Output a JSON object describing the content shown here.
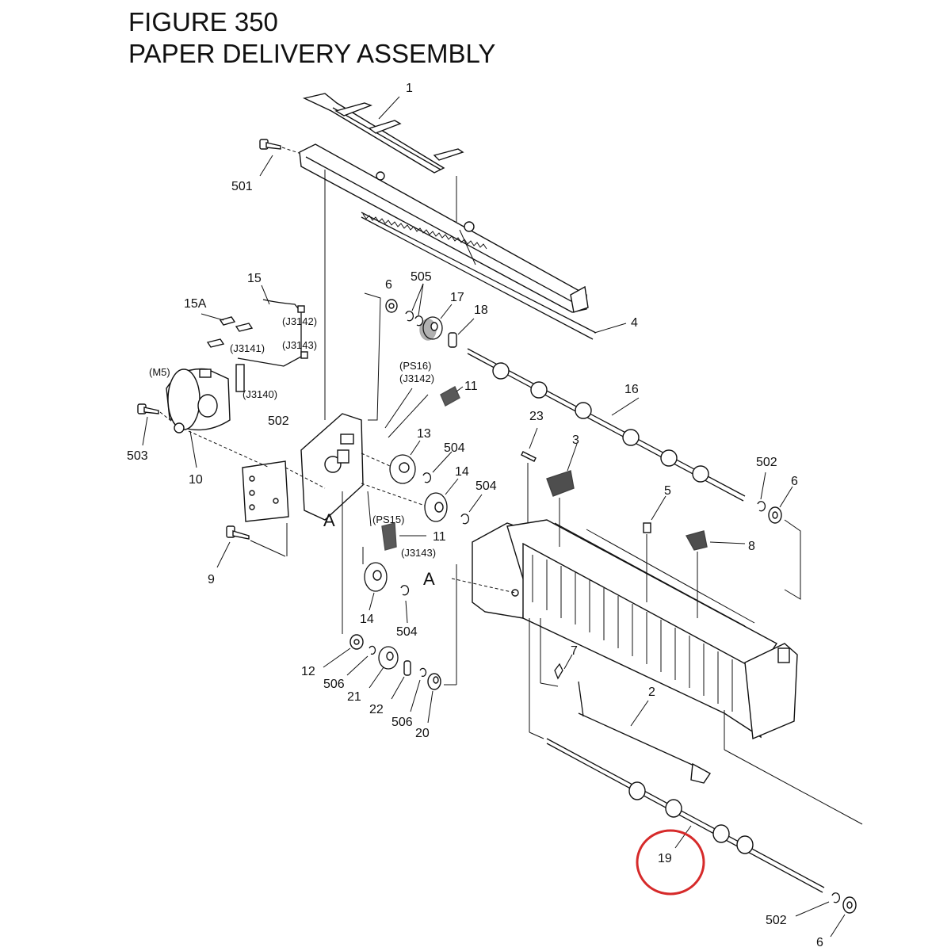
{
  "figure": {
    "title_line1": "FIGURE 350",
    "title_line2": "PAPER DELIVERY ASSEMBLY"
  },
  "callouts": {
    "c1": "1",
    "c501": "501",
    "c4": "4",
    "c6a": "6",
    "c505": "505",
    "c17": "17",
    "c18": "18",
    "c15": "15",
    "c15A": "15A",
    "cJ3142a": "(J3142)",
    "cJ3141": "(J3141)",
    "cJ3143a": "(J3143)",
    "cM5": "(M5)",
    "cJ3140": "(J3140)",
    "cPS16": "(PS16)",
    "cJ3142b": "(J3142)",
    "c11a": "11",
    "c16": "16",
    "c503": "503",
    "c10": "10",
    "c502a": "502",
    "c13": "13",
    "c504a": "504",
    "c14a": "14",
    "c504b": "504",
    "c23": "23",
    "c3": "3",
    "c5": "5",
    "c502b": "502",
    "c6b": "6",
    "c8": "8",
    "cAleft": "A",
    "cPS15": "(PS15)",
    "c11b": "11",
    "cJ3143b": "(J3143)",
    "c9": "9",
    "cAright": "A",
    "c14b": "14",
    "c504c": "504",
    "c7": "7",
    "c2": "2",
    "c12": "12",
    "c506a": "506",
    "c21": "21",
    "c22": "22",
    "c506b": "506",
    "c20": "20",
    "c19": "19",
    "c502c": "502",
    "c6c": "6"
  },
  "highlight": {
    "color": "#d62a2a",
    "target": "19"
  }
}
